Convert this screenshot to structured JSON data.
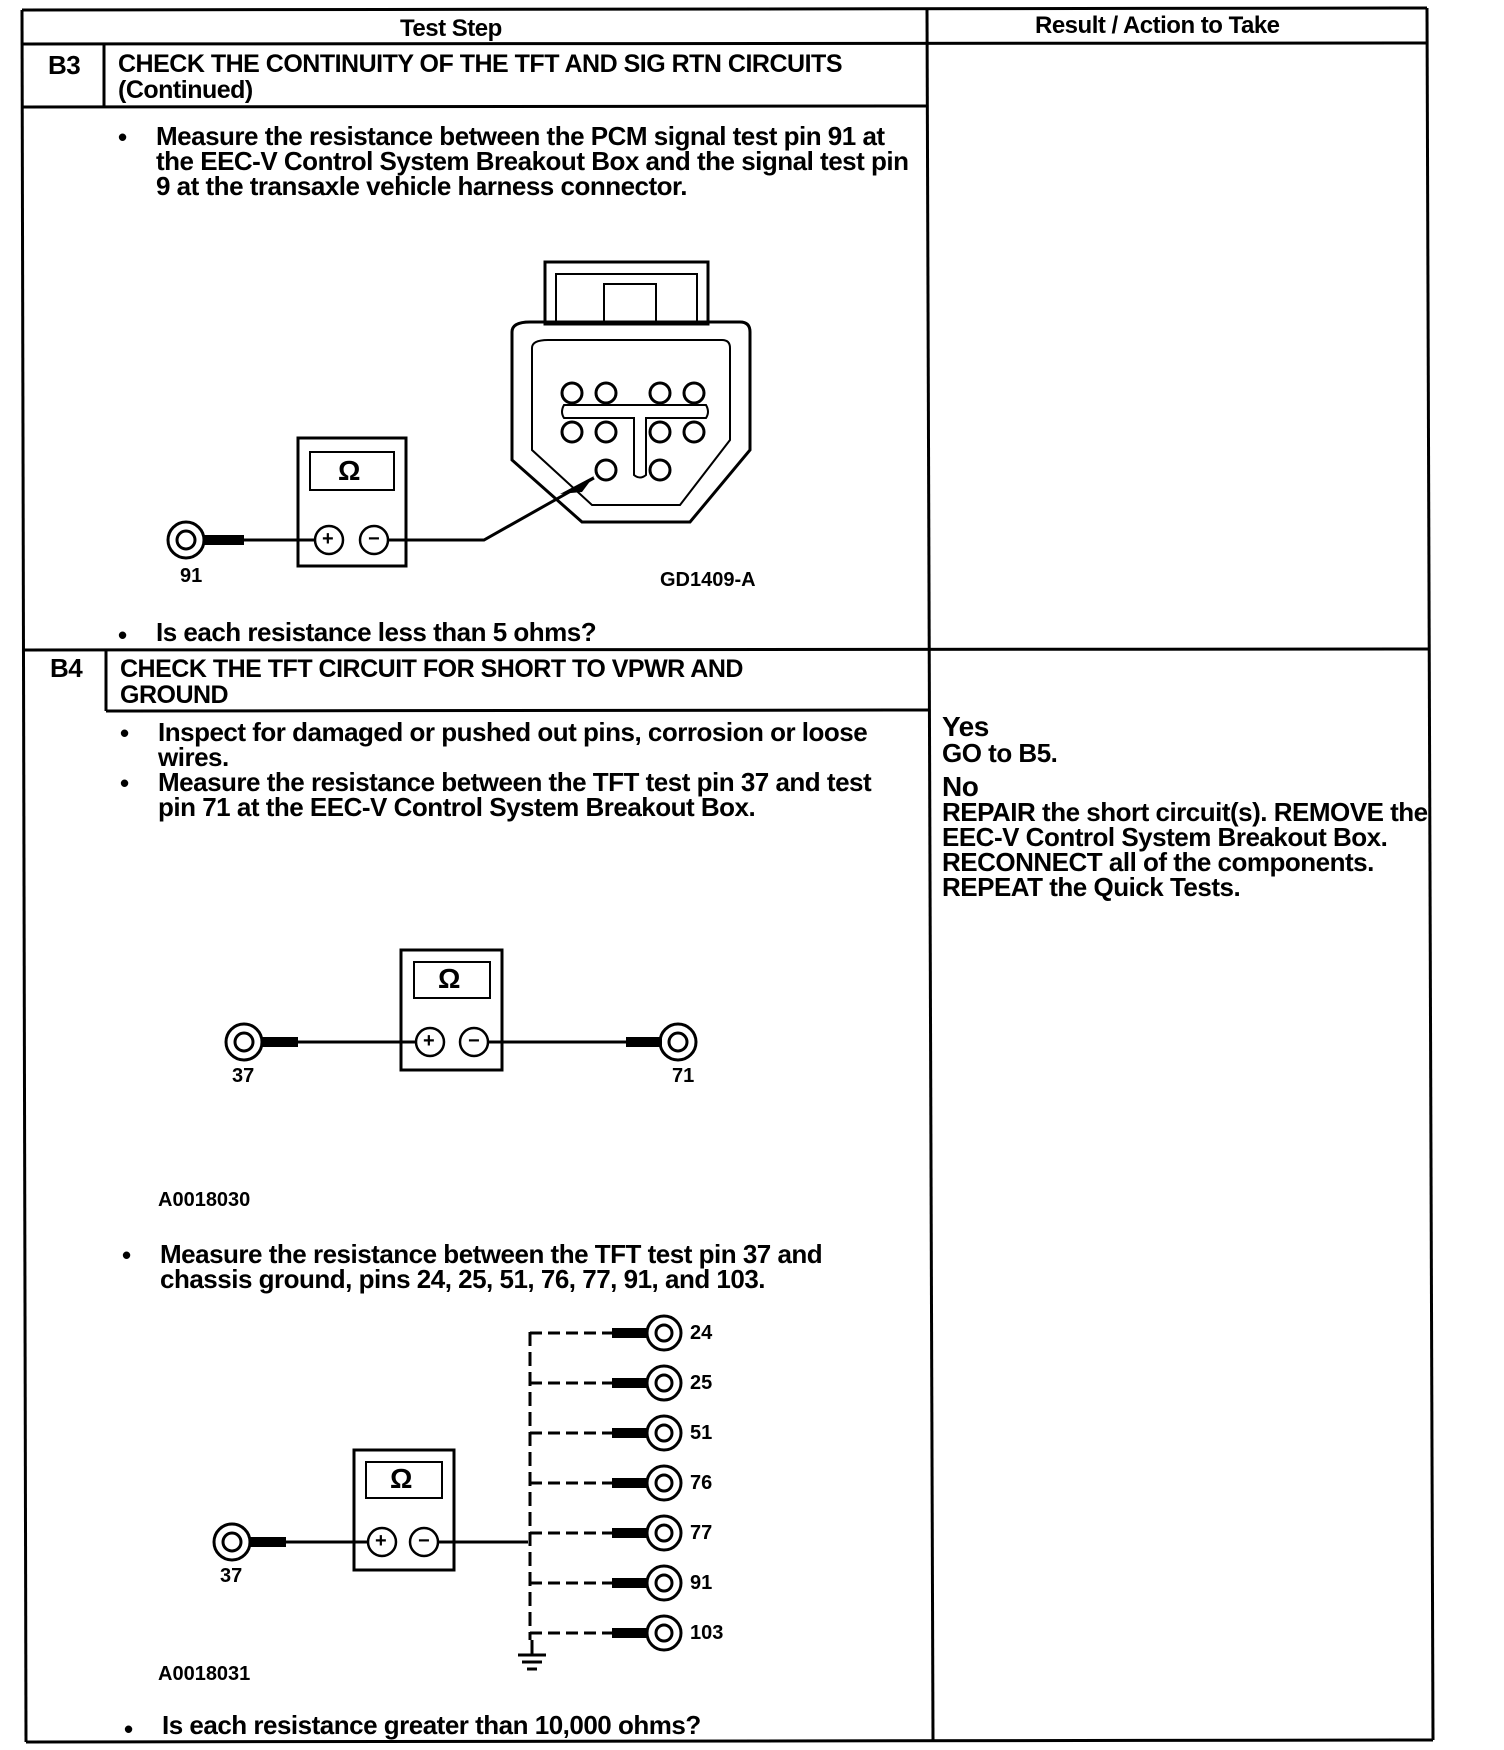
{
  "header": {
    "test_step": "Test Step",
    "result_action": "Result / Action to Take"
  },
  "b3": {
    "id": "B3",
    "title_line1": "CHECK THE CONTINUITY OF THE TFT AND SIG RTN CIRCUITS",
    "title_line2": "(Continued)",
    "bullet1": [
      "Measure the resistance between the PCM signal test pin 91 at",
      "the EEC-V Control System Breakout Box and the signal test pin",
      "9 at the transaxle vehicle harness connector."
    ],
    "ohm_symbol": "Ω",
    "plus_symbol": "+",
    "minus_symbol": "−",
    "pin_label": "91",
    "figure_code": "GD1409-A",
    "question": "Is each resistance less than 5 ohms?"
  },
  "b4": {
    "id": "B4",
    "title_line1": "CHECK THE TFT CIRCUIT FOR SHORT TO VPWR AND",
    "title_line2": "GROUND",
    "bullet1": [
      "Inspect for damaged or pushed out pins, corrosion or loose",
      "wires."
    ],
    "bullet2": [
      "Measure the resistance between the TFT test pin 37 and test",
      "pin 71 at the EEC-V Control System Breakout Box."
    ],
    "fig1": {
      "ohm_symbol": "Ω",
      "left_pin": "37",
      "right_pin": "71",
      "code": "A0018030"
    },
    "bullet3": [
      "Measure the resistance between the TFT test pin 37 and",
      "chassis ground, pins 24, 25, 51, 76, 77, 91, and 103."
    ],
    "fig2": {
      "ohm_symbol": "Ω",
      "left_pin": "37",
      "ground_pins": [
        "24",
        "25",
        "51",
        "76",
        "77",
        "91",
        "103"
      ],
      "code": "A0018031"
    },
    "question": "Is each resistance greater than 10,000 ohms?",
    "result": {
      "yes_label": "Yes",
      "yes_action": "GO to B5.",
      "no_label": "No",
      "no_action": [
        "REPAIR the short circuit(s). REMOVE the",
        "EEC-V Control System Breakout Box.",
        "RECONNECT all of the components.",
        "REPEAT the Quick Tests."
      ]
    }
  }
}
